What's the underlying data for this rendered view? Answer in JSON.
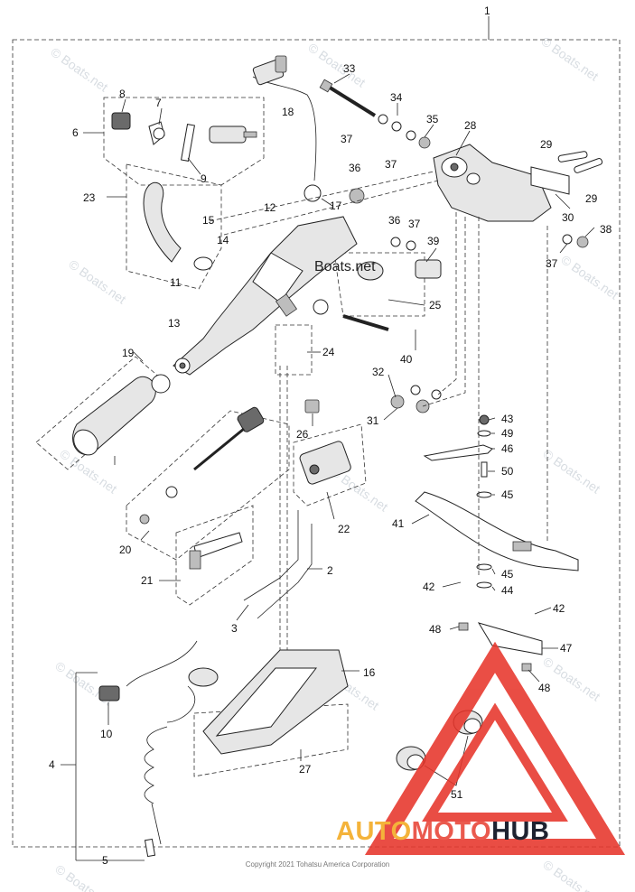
{
  "diagram": {
    "top_label": "1",
    "copyright": "Copyright 2021 Tohatsu America Corporation",
    "watermark_text": "© Boats.net",
    "center_watermark": "Boats.net",
    "logo": {
      "auto": "AUTO",
      "moto": "MOTO",
      "hub": "HUB"
    },
    "colors": {
      "logo_red": "#e7352b",
      "logo_yellow": "#f4b33a",
      "logo_dark": "#1e2230"
    },
    "callouts": [
      "1",
      "2",
      "3",
      "4",
      "5",
      "6",
      "7",
      "8",
      "9",
      "10",
      "11",
      "12",
      "13",
      "14",
      "15",
      "16",
      "17",
      "18",
      "19",
      "20",
      "21",
      "22",
      "23",
      "24",
      "25",
      "26",
      "27",
      "28",
      "29",
      "30",
      "31",
      "32",
      "33",
      "34",
      "35",
      "36",
      "37",
      "38",
      "39",
      "40",
      "41",
      "42",
      "43",
      "44",
      "45",
      "46",
      "47",
      "48",
      "49",
      "50",
      "51"
    ]
  }
}
